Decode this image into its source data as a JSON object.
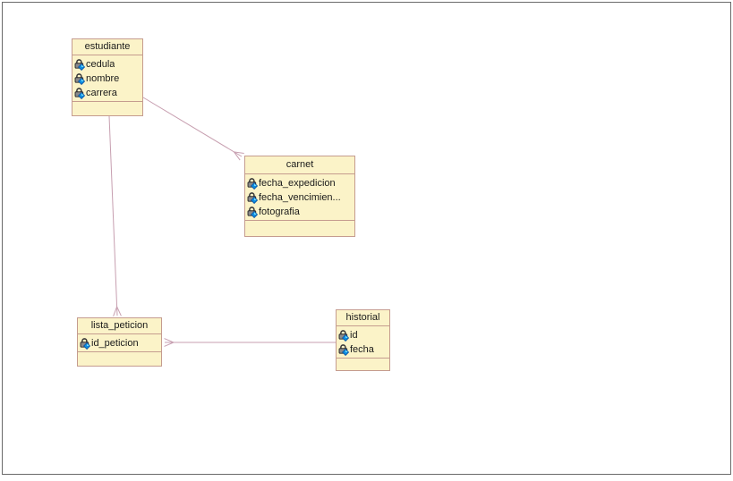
{
  "diagram": {
    "type": "uml-class-diagram",
    "classes": [
      {
        "name": "estudiante",
        "attributes": [
          "cedula",
          "nombre",
          "carrera"
        ]
      },
      {
        "name": "carnet",
        "attributes": [
          "fecha_expedicion",
          "fecha_vencimien...",
          "fotografia"
        ]
      },
      {
        "name": "lista_peticion",
        "attributes": [
          "id_peticion"
        ]
      },
      {
        "name": "historial",
        "attributes": [
          "id",
          "fecha"
        ]
      }
    ],
    "relations": [
      {
        "from": "estudiante",
        "to": "carnet",
        "arrowhead": "open"
      },
      {
        "from": "estudiante",
        "to": "lista_peticion",
        "arrowhead": "open"
      },
      {
        "from": "historial",
        "to": "lista_peticion",
        "arrowhead": "open"
      }
    ],
    "icons": {
      "attribute": "private-attribute-icon (padlock with blue diamond)"
    },
    "colors": {
      "class_fill": "#fbf3c8",
      "class_border": "#c59c8f",
      "relation_line": "#c79fb0",
      "canvas_frame": "#6a6a6a",
      "text": "#1a1a1a",
      "attribute_icon_blue": "#0d8de0",
      "attribute_icon_gray": "#8a8a8a"
    }
  }
}
